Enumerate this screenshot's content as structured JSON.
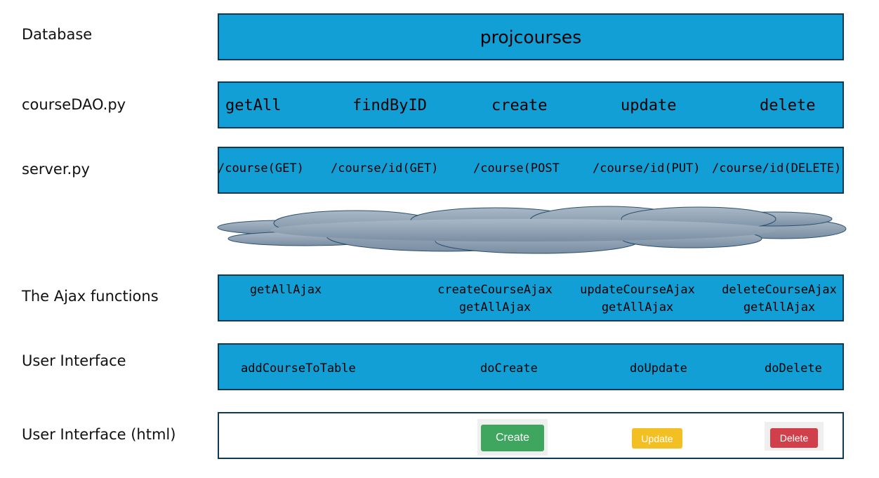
{
  "labels": {
    "database": "Database",
    "dao": "courseDAO.py",
    "server": "server.py",
    "ajax": "The Ajax functions",
    "ui": "User Interface",
    "ui_html": "User Interface (html)"
  },
  "database_box": {
    "text": "projcourses"
  },
  "dao_box": {
    "items": [
      "getAll",
      "findByID",
      "create",
      "update",
      "delete"
    ]
  },
  "server_box": {
    "items": [
      "/course(GET)",
      "/course/id(GET)",
      "/course(POST",
      "/course/id(PUT)",
      "/course/id(DELETE)"
    ]
  },
  "ajax_box": {
    "col1": {
      "line1": "getAllAjax"
    },
    "col2": {
      "line1": "createCourseAjax",
      "line2": "getAllAjax"
    },
    "col3": {
      "line1": "updateCourseAjax",
      "line2": "getAllAjax"
    },
    "col4": {
      "line1": "deleteCourseAjax",
      "line2": "getAllAjax"
    }
  },
  "ui_box": {
    "items": [
      "addCourseToTable",
      "doCreate",
      "doUpdate",
      "doDelete"
    ]
  },
  "html_box": {
    "create_label": "Create",
    "update_label": "Update",
    "delete_label": "Delete"
  },
  "colors": {
    "box_fill": "#119fd6",
    "box_border": "#0f3a55",
    "create_button": "#3ea65e",
    "update_button": "#f3c024",
    "delete_button": "#d1404a"
  }
}
